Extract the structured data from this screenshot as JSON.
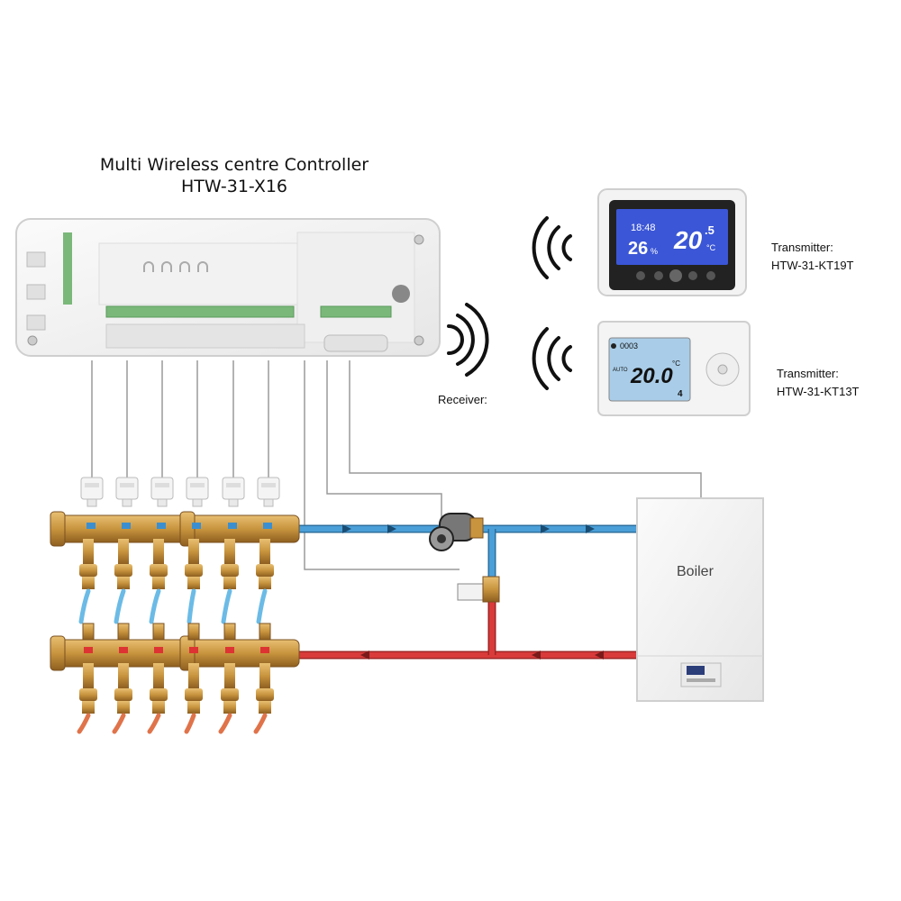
{
  "controller": {
    "title": "Multi Wireless centre Controller",
    "model": "HTW-31-X16"
  },
  "receiver": {
    "label": "Receiver:"
  },
  "transmitters": [
    {
      "label": "Transmitter:",
      "model": "HTW-31-KT19T",
      "display": {
        "clock": "18:48",
        "room_temp": "26",
        "room_unit": "%",
        "set_temp": "20",
        "set_decimal": ".5",
        "set_unit": "°C"
      }
    },
    {
      "label": "Transmitter:",
      "model": "HTW-31-KT13T",
      "display": {
        "clock": "0003",
        "set_temp": "20.0",
        "set_unit": "°C",
        "program": "4",
        "mode": "AUTO"
      }
    }
  ],
  "boiler": {
    "label": "Boiler"
  },
  "colors": {
    "flow_pipe": "#4a9fd8",
    "return_pipe": "#d93a3a",
    "brass": "#c8943e",
    "lcd_blue": "#3b56d6",
    "lcd_light": "#a9cde8"
  }
}
